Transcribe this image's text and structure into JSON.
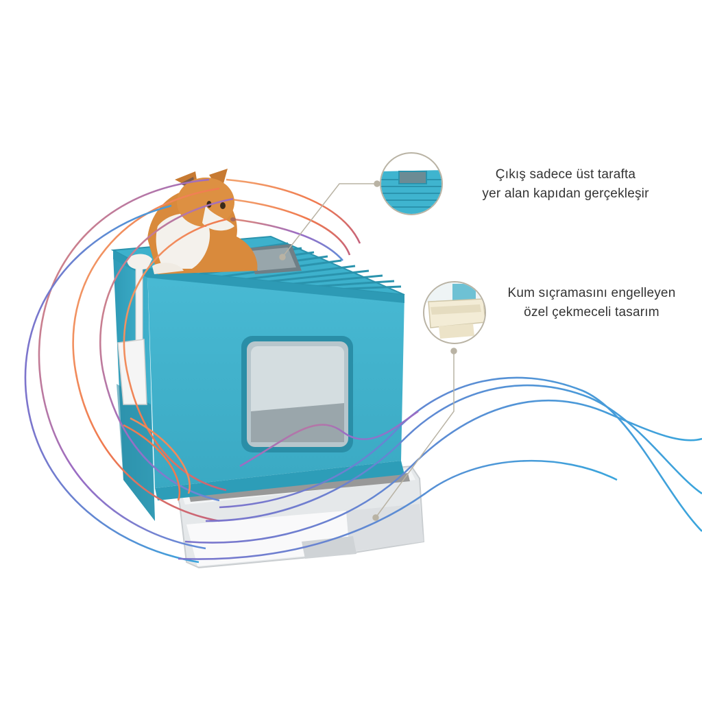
{
  "callouts": [
    {
      "lines": [
        "Çıkış sadece üst tarafta",
        "yer alan kapıdan gerçekleşir"
      ]
    },
    {
      "lines": [
        "Kum sıçramasını engelleyen",
        "özel çekmeceli tasarım"
      ]
    }
  ],
  "colors": {
    "box_teal": "#3fb4cf",
    "box_teal_dark": "#2a93ad",
    "tray_white": "#e9ecef",
    "callout_ring": "#b9b3a4",
    "wave_orange": "#f07a4f",
    "wave_purple": "#9b6cc4",
    "wave_blue": "#4f95d6",
    "cat_orange": "#d98a3c"
  },
  "icons": [
    "cat-illustration",
    "litter-box-illustration",
    "top-lid-detail-icon",
    "drawer-detail-icon"
  ]
}
